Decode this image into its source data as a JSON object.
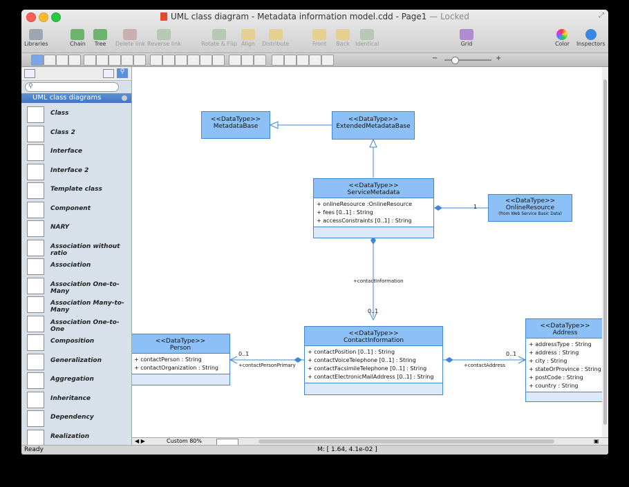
{
  "window": {
    "title": "UML class diagram - Metadata information model.cdd - Page1",
    "locked": "— Locked"
  },
  "toolbar": {
    "libraries": "Libraries",
    "chain": "Chain",
    "tree": "Tree",
    "delete_link": "Delete link",
    "reverse_link": "Reverse link",
    "rotate_flip": "Rotate & Flip",
    "align": "Align",
    "distribute": "Distribute",
    "front": "Front",
    "back": "Back",
    "identical": "Identical",
    "grid": "Grid",
    "color": "Color",
    "inspectors": "Inspectors"
  },
  "sidebar": {
    "library_title": "UML class diagrams",
    "search_placeholder": "",
    "items": [
      "Class",
      "Class 2",
      "Interface",
      "Interface 2",
      "Template class",
      "Component",
      "NARY",
      "Association without ratio",
      "Association",
      "Association One-to-Many",
      "Association Many-to-Many",
      "Association One-to-One",
      "Composition",
      "Generalization",
      "Aggregation",
      "Inheritance",
      "Dependency",
      "Realization"
    ]
  },
  "diagram": {
    "metadata_base": {
      "stereo": "<<DataType>>",
      "name": "MetadataBase"
    },
    "extended": {
      "stereo": "<<DataType>>",
      "name": "ExtendedMetadataBase"
    },
    "service": {
      "stereo": "<<DataType>>",
      "name": "ServiceMetadata",
      "attrs": [
        "+ onlineResource :OnlineResource",
        "+ fees [0..1] : String",
        "+ accessConstraints [0..1] : String"
      ]
    },
    "online": {
      "stereo": "<<DataType>>",
      "name": "OnlineResource",
      "note": "(from Web Service Basic Data)"
    },
    "contact": {
      "stereo": "<<DataType>>",
      "name": "ContactInformation",
      "attrs": [
        "+ contactPosition [0..1] : String",
        "+ contactVoiceTelephone [0..1] : String",
        "+ contactFacsimileTelephone [0..1] : String",
        "+ contactElectronicMailAddress [0..1] : String"
      ]
    },
    "person": {
      "stereo": "<<DataType>>",
      "name": "Person",
      "attrs": [
        "+ contactPerson : String",
        "+ contactOrganization : String"
      ]
    },
    "address": {
      "stereo": "<<DataType>>",
      "name": "Address",
      "attrs": [
        "+ addressType : String",
        "+ address : String",
        "+ city : String",
        "+ stateOrProvince : String",
        "+ postCode : String",
        "+ country : String"
      ]
    },
    "labels": {
      "one": "1",
      "contact_information": "+contactInformation",
      "mult_contact": "0..1",
      "mult_person": "0..1",
      "contact_person_primary": "+contactPersonPrimary",
      "contact_address": "+contactAddress",
      "mult_address": "0..1"
    }
  },
  "bottom": {
    "zoom": "Custom 80%"
  },
  "status": {
    "ready": "Ready",
    "mouse": "M: [ 1.64, 4.1e-02 ]"
  },
  "colors": {
    "header": "#8cc0f7",
    "border": "#3f86d6",
    "line": "#3f86d6"
  }
}
